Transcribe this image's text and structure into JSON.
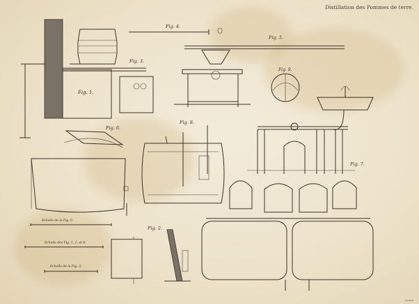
{
  "plate": {
    "title": "Distillation des Pommes de terre.",
    "signature": "Gravé"
  },
  "figures": {
    "fig1": "Fig. 1.",
    "fig2": "Fig. 2.",
    "fig3": "Fig. 3.",
    "fig4": "Fig. 4.",
    "fig5": "Fig. 5.",
    "fig6": "Fig. 6.",
    "fig7": "Fig. 7.",
    "fig8": "Fig. 8.",
    "fig9": "Fig. 9."
  },
  "scales": {
    "s1": "Echelle de la Fig. 6.",
    "s2": "Echelle des Fig. 1, 2, et 8.",
    "s3": "Echelle de la Fig. 3."
  },
  "colors": {
    "ink": "#3a3127",
    "paper": "#efe6d2",
    "stain": "#c4a060"
  }
}
